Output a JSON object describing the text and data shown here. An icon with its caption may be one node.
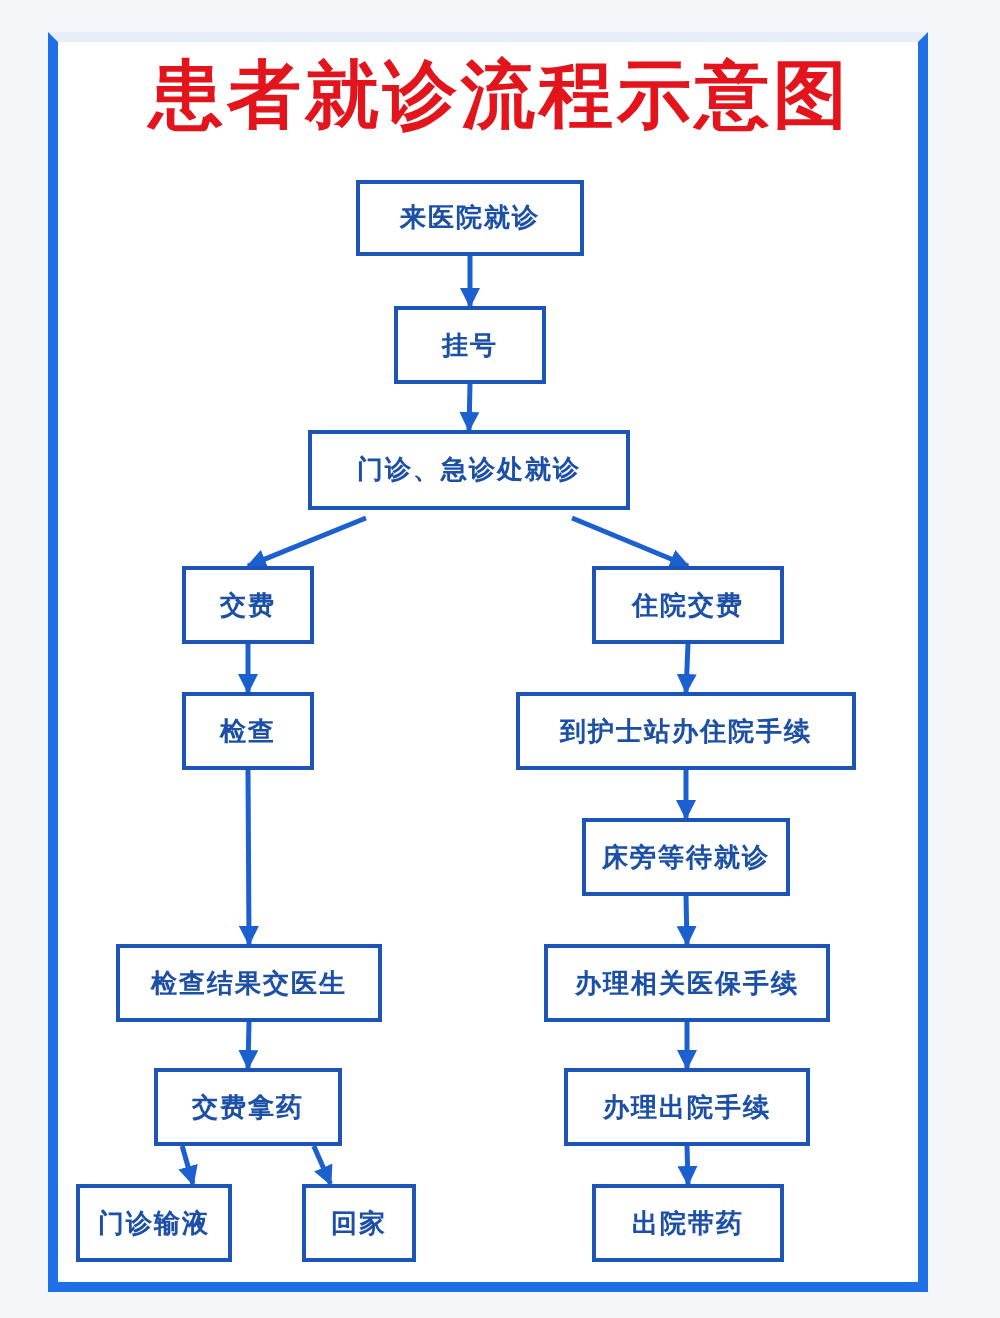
{
  "diagram": {
    "title": "患者就诊流程示意图",
    "nodes": [
      {
        "text": [
          "来医院就诊"
        ]
      },
      {
        "text": [
          "挂号"
        ]
      },
      {
        "text": [
          "门诊、急诊处就诊"
        ]
      },
      {
        "text": [
          "交费"
        ]
      },
      {
        "text": [
          "住院交费"
        ]
      },
      {
        "text": [
          "检查"
        ]
      },
      {
        "text": [
          "到护士站办住院手续"
        ]
      },
      {
        "text": [
          "床旁等待就诊"
        ]
      },
      {
        "text": [
          "检查结果交医生"
        ]
      },
      {
        "text": [
          "办理相关医保手续"
        ]
      },
      {
        "text": [
          "交费拿药"
        ]
      },
      {
        "text": [
          "办理出院手续"
        ]
      },
      {
        "text": [
          "门诊输液"
        ]
      },
      {
        "text": [
          "回家"
        ]
      },
      {
        "text": [
          "出院带药"
        ]
      }
    ],
    "edges": [
      {
        "from": 0,
        "to": 1,
        "arrow": "to"
      },
      {
        "from": 1,
        "to": 2,
        "arrow": "to"
      },
      {
        "from": 2,
        "to": 3,
        "arrow": "to"
      },
      {
        "from": 2,
        "to": 4,
        "arrow": "to"
      },
      {
        "from": 3,
        "to": 5,
        "arrow": "to"
      },
      {
        "from": 4,
        "to": 6,
        "arrow": "to"
      },
      {
        "from": 5,
        "to": 8,
        "arrow": "to"
      },
      {
        "from": 6,
        "to": 7,
        "arrow": "to"
      },
      {
        "from": 7,
        "to": 9,
        "arrow": "to"
      },
      {
        "from": 8,
        "to": 10,
        "arrow": "to"
      },
      {
        "from": 9,
        "to": 11,
        "arrow": "to"
      },
      {
        "from": 10,
        "to": 12,
        "arrow": "to"
      },
      {
        "from": 10,
        "to": 13,
        "arrow": "to"
      },
      {
        "from": 11,
        "to": 14,
        "arrow": "to"
      }
    ]
  }
}
